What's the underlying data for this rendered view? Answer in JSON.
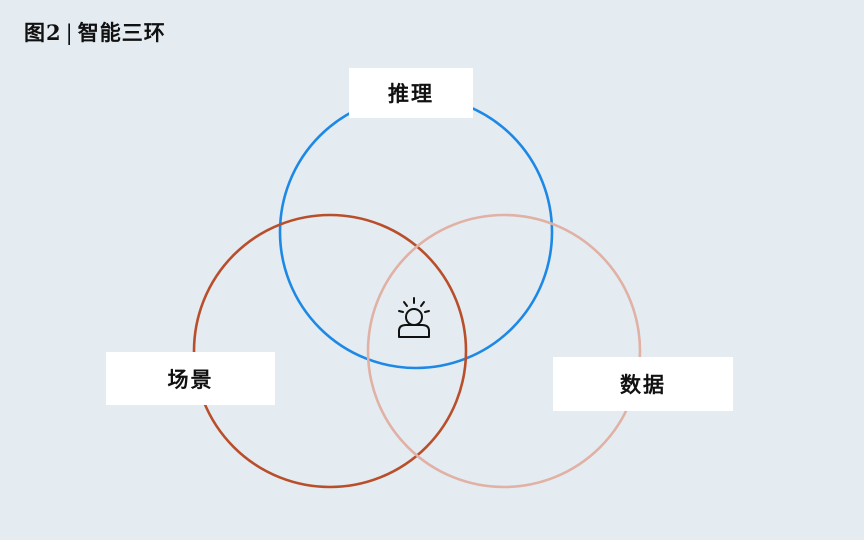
{
  "figure": {
    "number": "图2",
    "separator": "|",
    "title": "智能三环"
  },
  "circles": [
    {
      "label": "推理",
      "color": "#1e88e5"
    },
    {
      "label": "场景",
      "color": "#b94e2a"
    },
    {
      "label": "数据",
      "color": "#e0b1a4"
    }
  ],
  "center_icon": "person-idea-icon"
}
